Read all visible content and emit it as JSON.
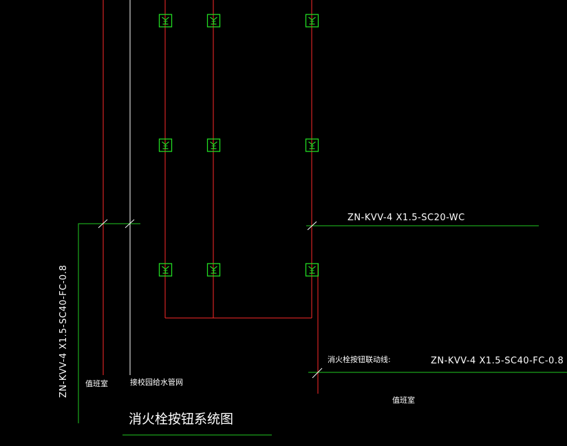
{
  "diagram": {
    "title": "消火栓按钮系统图",
    "cable_left": "ZN-KVV-4 X1.5-SC40-FC-0.8",
    "cable_right_top": "ZN-KVV-4 X1.5-SC20-WC",
    "cable_right_bottom": "ZN-KVV-4 X1.5-SC40-FC-0.8",
    "label_duty_room_left": "值班室",
    "label_water_supply": "接校园给水管网",
    "label_link_line": "消火栓按钮联动线:",
    "label_duty_room_right": "值班室",
    "button_icon": "hydrant-button-icon",
    "colors": {
      "background": "#000000",
      "red_wire": "#ff2a2a",
      "green_wire": "#22cc22",
      "white_wire": "#ffffff",
      "symbol": "#22dd22",
      "text": "#ffffff"
    }
  }
}
